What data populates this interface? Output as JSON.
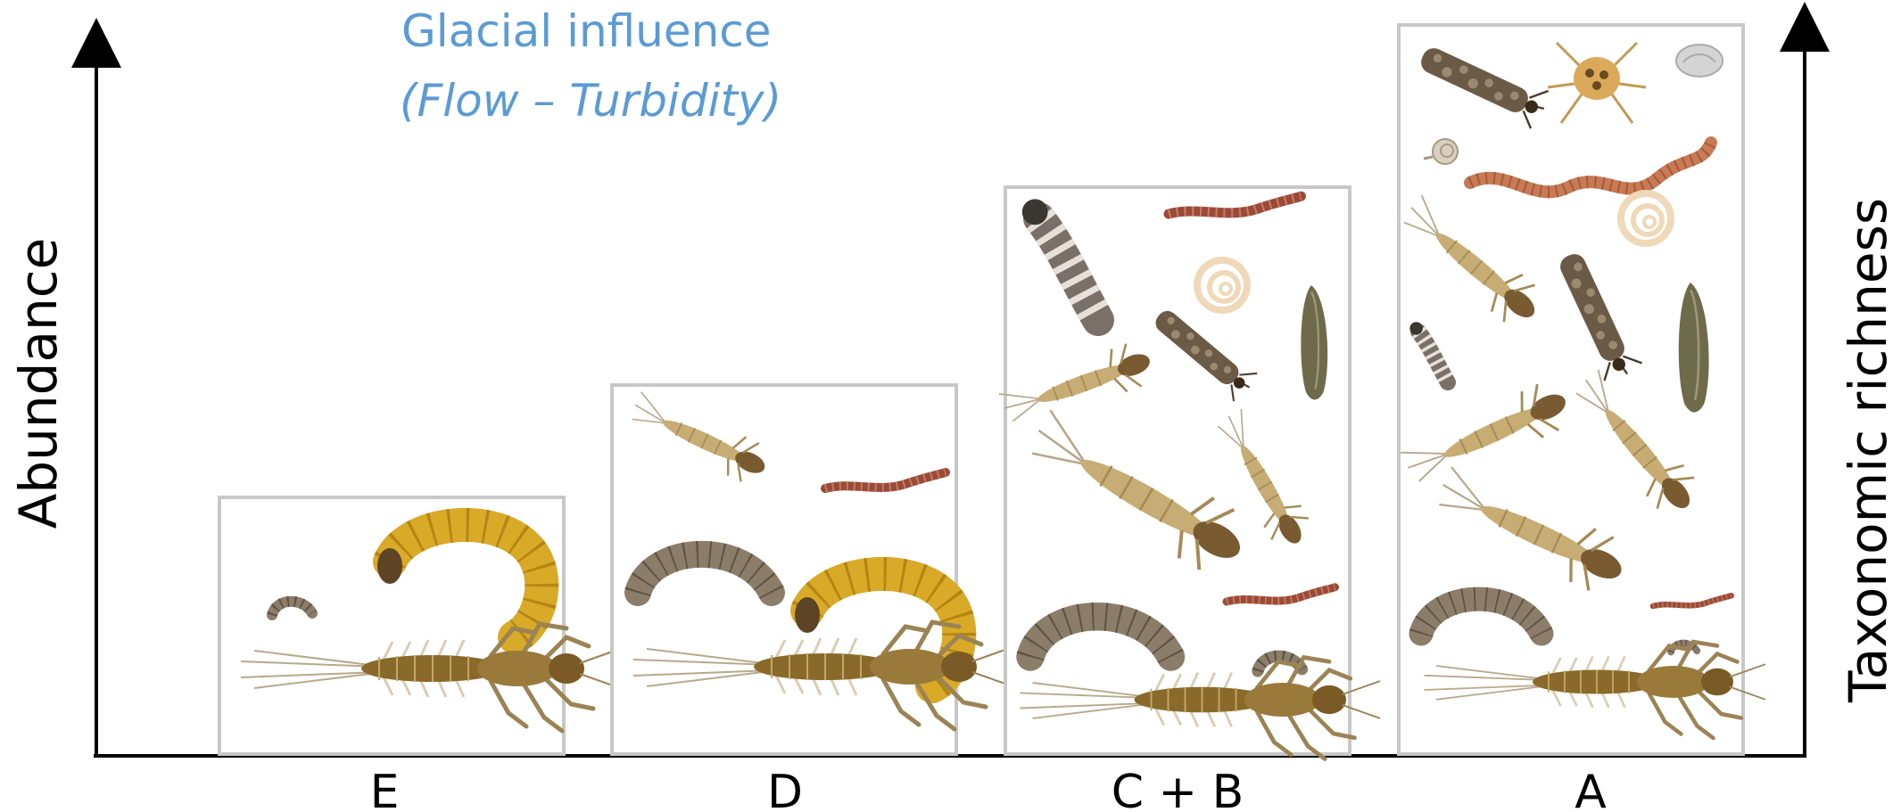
{
  "title": {
    "line1": "Glacial influence",
    "line2": "(Flow – Turbidity)"
  },
  "y_axis_left": {
    "label": "Abundance"
  },
  "y_axis_right": {
    "label": "Taxonomic richness"
  },
  "categories": [
    {
      "label": "E",
      "taxa": [
        "stonefly-nymph-icon",
        "yellow-larva-icon",
        "small-larva-icon"
      ]
    },
    {
      "label": "D",
      "taxa": [
        "stonefly-nymph-icon",
        "yellow-larva-icon",
        "grey-larva-icon",
        "mayfly-nymph-icon",
        "red-worm-icon"
      ]
    },
    {
      "label": "C + B",
      "taxa": [
        "stonefly-nymph-icon",
        "grey-larva-icon",
        "mayfly-nymph-icon",
        "red-worm-icon",
        "caddis-case-icon",
        "flatworm-icon",
        "spotted-larva-icon",
        "coiled-worm-icon"
      ]
    },
    {
      "label": "A",
      "taxa": [
        "stonefly-nymph-icon",
        "grey-larva-icon",
        "mayfly-nymph-icon",
        "red-worm-icon",
        "caddis-case-icon",
        "flatworm-icon",
        "spotted-larva-icon",
        "coiled-worm-icon",
        "water-mite-icon",
        "snail-icon",
        "earthworm-icon",
        "mussel-icon"
      ]
    }
  ],
  "colors": {
    "title": "#5b9bd5",
    "box_border": "#c8c8c8",
    "axis": "#000000",
    "nymph_body": "#8a6a2a",
    "larva_yellow": "#d9a928",
    "larva_grey": "#8c7d6a",
    "worm_red": "#9a4a3a",
    "case_brown": "#6b5a45",
    "flatworm": "#6f6a4a"
  }
}
